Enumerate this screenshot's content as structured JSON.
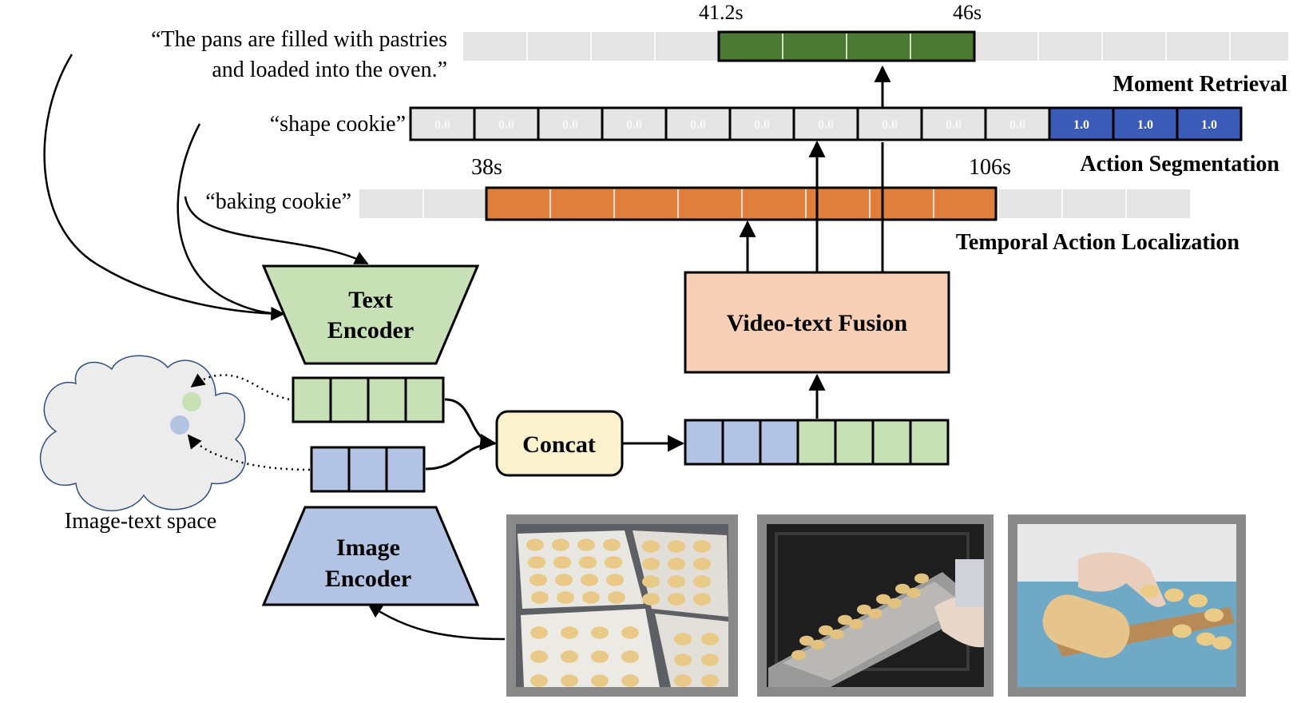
{
  "queries": {
    "moment_retrieval": "“The pans are filled with pastries and loaded into the oven.”",
    "moment_line1": "“The pans are filled with pastries",
    "moment_line2": "and loaded into the oven.”",
    "action_segmentation": "“shape cookie”",
    "temporal_localization": "“baking cookie”"
  },
  "tasks": {
    "moment_retrieval": "Moment Retrieval",
    "action_segmentation": "Action Segmentation",
    "temporal_localization": "Temporal Action Localization"
  },
  "timestamps": {
    "moment_start": "41.2s",
    "moment_end": "46s",
    "loc_start": "38s",
    "loc_end": "106s"
  },
  "segmentation_scores": [
    "0.0",
    "0.0",
    "0.0",
    "0.0",
    "0.0",
    "0.0",
    "0.0",
    "0.0",
    "0.0",
    "0.0",
    "1.0",
    "1.0",
    "1.0"
  ],
  "modules": {
    "text_encoder": [
      "Text",
      "Encoder"
    ],
    "image_encoder": [
      "Image",
      "Encoder"
    ],
    "fusion": "Video-text Fusion",
    "concat": "Concat",
    "space": "Image-text space"
  },
  "colors": {
    "green_dark": "#4a7a32",
    "orange": "#e07f3c",
    "blue_score": "#3a5cb8",
    "gray_cell": "#e5e5e5",
    "text_green": "#c8e0b6",
    "image_blue": "#b3c3e3",
    "fusion_peach": "#f7cfb6",
    "concat_yellow": "#fcf1cd"
  },
  "frames": [
    "cookie-trays-frame",
    "oven-loading-frame",
    "shaping-dough-frame"
  ]
}
